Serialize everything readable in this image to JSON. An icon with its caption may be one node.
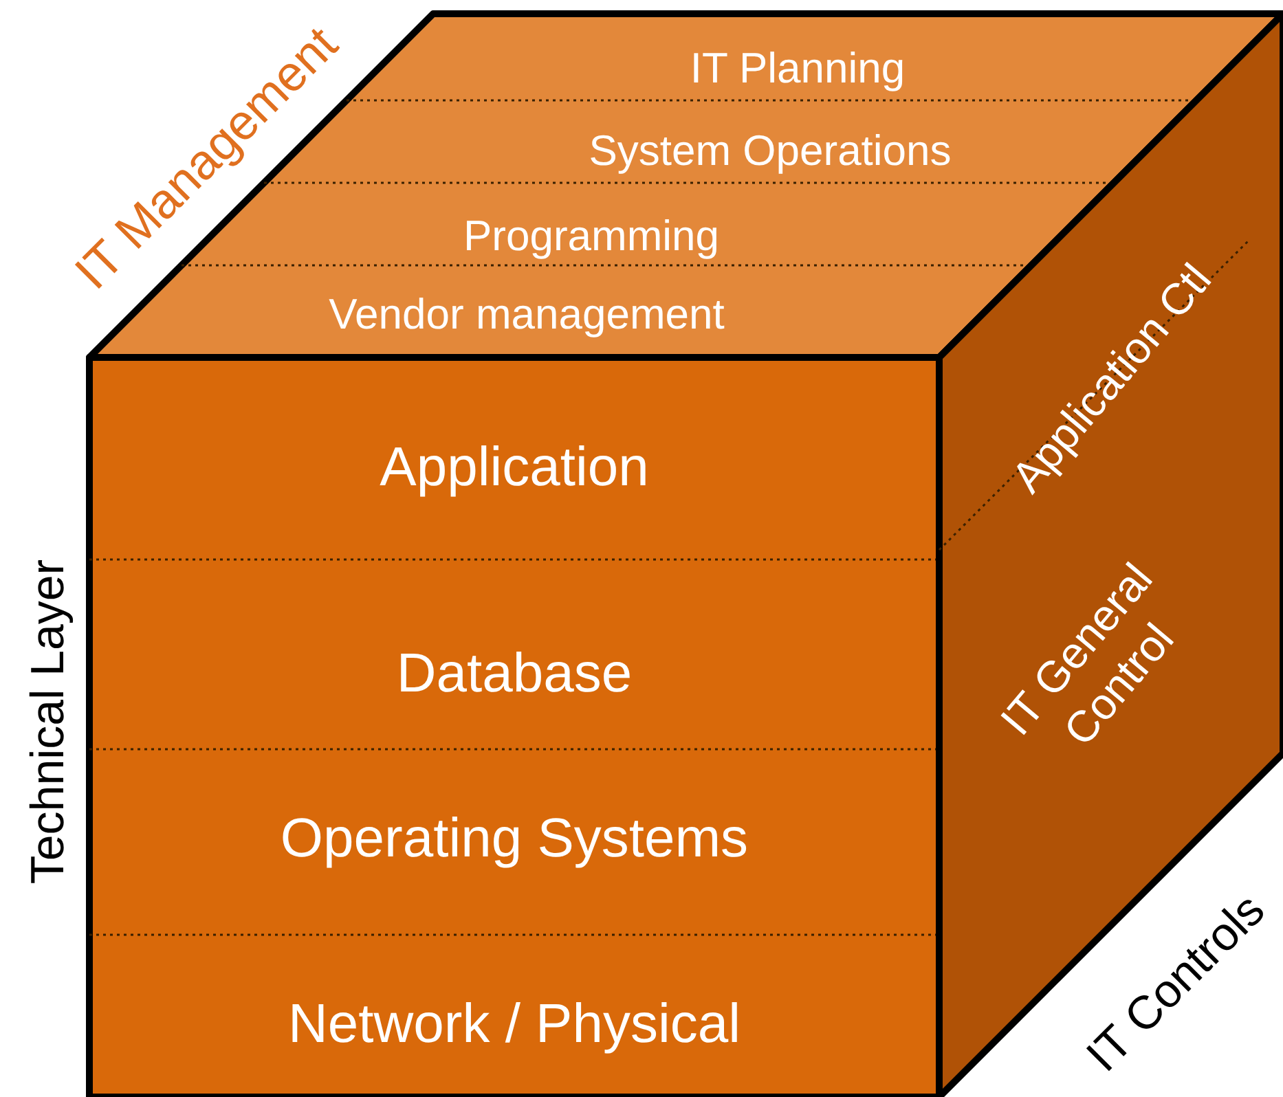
{
  "diagram": {
    "nodes": [
      {
        "text": [],
        "shape": "parallelogram"
      },
      {
        "text": [
          "IT Planning"
        ],
        "in": 0
      },
      {
        "text": [
          "System Operations"
        ],
        "in": 0
      },
      {
        "text": [
          "Programming"
        ],
        "in": 0
      },
      {
        "text": [
          "Vendor management"
        ],
        "in": 0
      },
      {
        "text": [],
        "shape": "box"
      },
      {
        "text": [
          "Application"
        ],
        "in": 5
      },
      {
        "text": [
          "Database"
        ],
        "in": 5
      },
      {
        "text": [
          "Operating Systems"
        ],
        "in": 5
      },
      {
        "text": [
          "Network / Physical"
        ],
        "in": 5
      },
      {
        "text": [],
        "shape": "parallelogram"
      },
      {
        "text": [
          "Application Ctl"
        ],
        "in": 10
      },
      {
        "text": [
          "IT General Control"
        ],
        "in": 10
      }
    ],
    "labels": [
      "IT Management",
      "Technical Layer",
      "IT Controls"
    ]
  }
}
